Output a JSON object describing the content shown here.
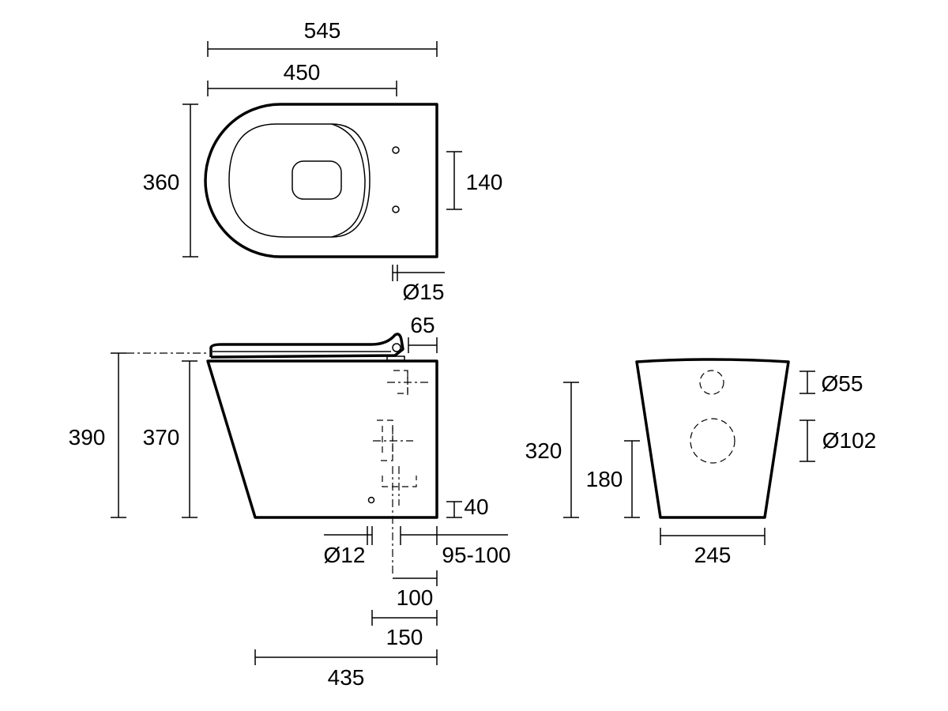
{
  "top_view": {
    "width_overall": "545",
    "width_bowl": "450",
    "depth": "360",
    "fixing_spacing": "140",
    "fixing_hole": "Ø15"
  },
  "side_view": {
    "height_with_seat": "390",
    "height_pan": "370",
    "seat_hinge": "65",
    "inlet_height": "40",
    "inlet_diameter": "Ø12",
    "outlet_offset": "95-100",
    "outlet_100": "100",
    "outlet_150": "150",
    "projection": "435"
  },
  "front_view": {
    "height_320": "320",
    "height_180": "180",
    "base_width": "245",
    "inlet_diameter": "Ø55",
    "outlet_diameter": "Ø102"
  }
}
